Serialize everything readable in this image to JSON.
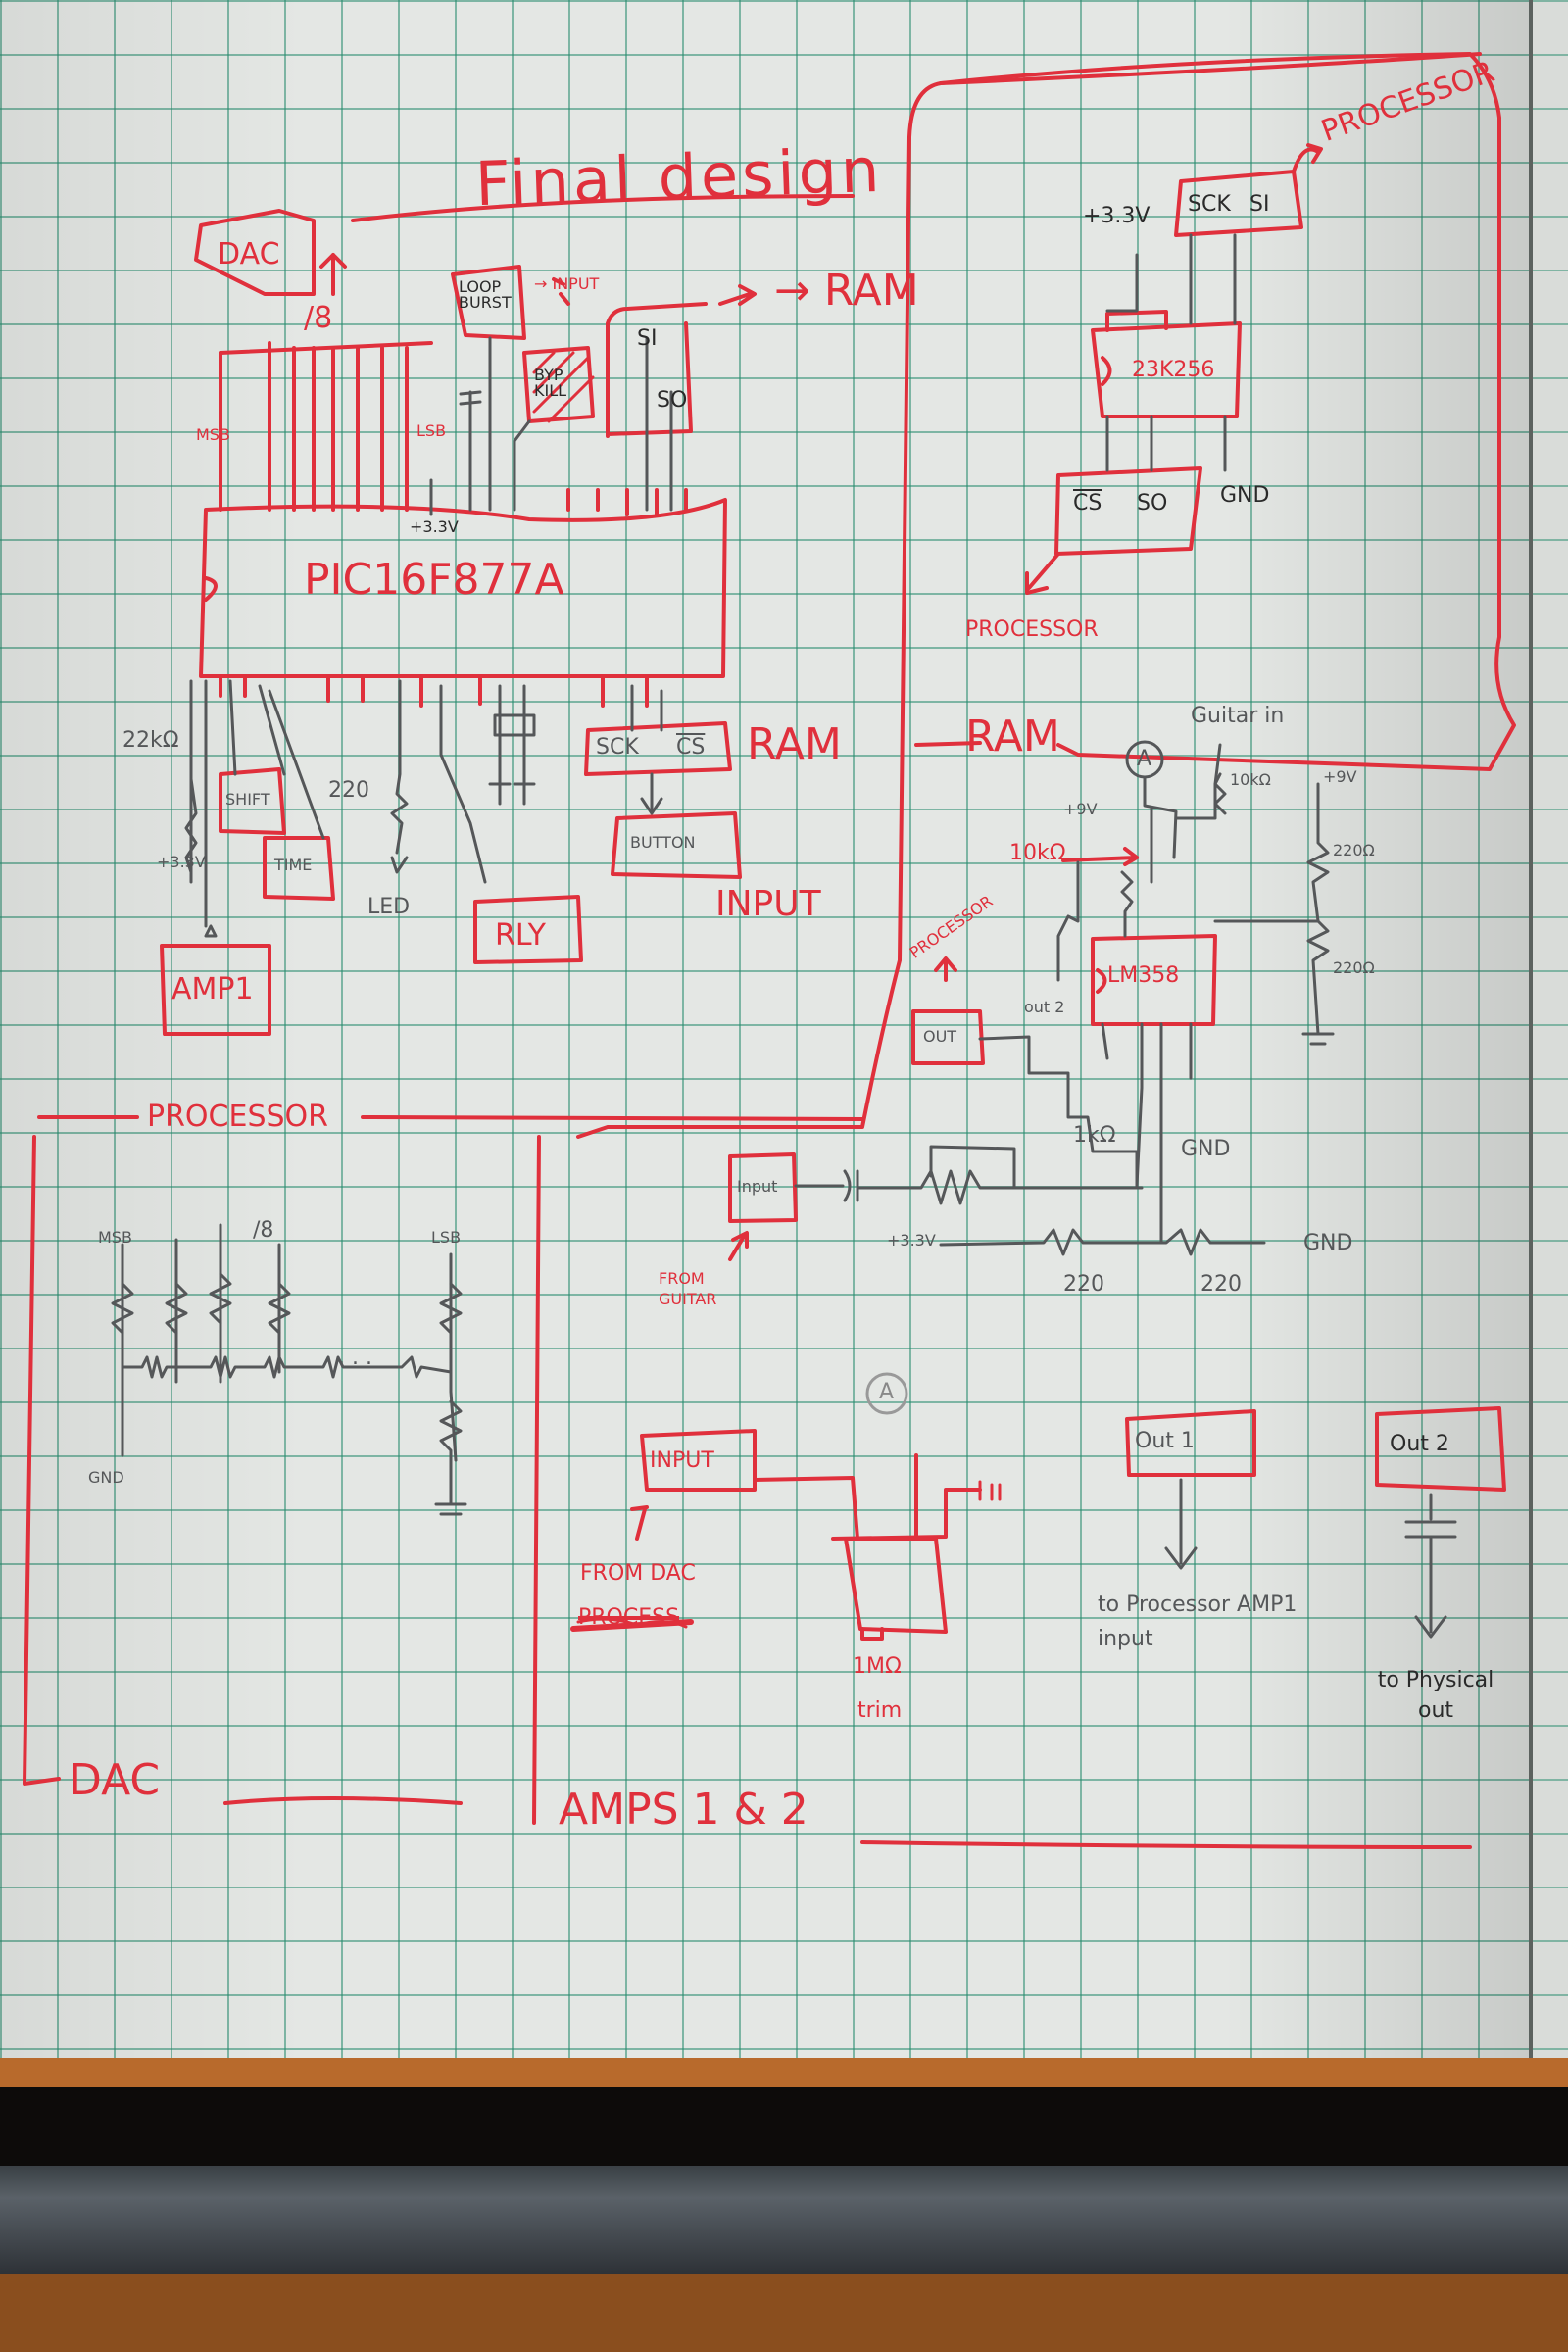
{
  "title": "Final design",
  "colors": {
    "red_ink": "#e0303c",
    "pencil": "#555759",
    "paper": "#e4e7e4",
    "grid": "#288c6e"
  },
  "processor_section": {
    "section_label": "PROCESSOR",
    "chip_label": "PIC16F877A",
    "dac_tag": "DAC",
    "bus_width": "/8",
    "msb_label": "MSB",
    "lsb_label": "LSB",
    "vdd_label": "+3.3V",
    "loop_burst": "LOOP BURST",
    "input_arrow": "→ INPUT",
    "byp_kill": "BYP KILL",
    "ram_pins_top": [
      "SI",
      "SO"
    ],
    "ram_arrow": "→ RAM",
    "ram_pins_bottom": [
      "SCK",
      "CS"
    ],
    "ram_label_bottom": "RAM",
    "button_label": "BUTTON",
    "input_label": "INPUT",
    "resistor_22k": "22kΩ",
    "vcc_33": "+3.3V",
    "shift_label": "SHIFT",
    "time_label": "TIME",
    "resistor_220": "220",
    "led_label": "LED",
    "amp1_label": "AMP1",
    "rly_label": "RLY"
  },
  "ram_section": {
    "section_label": "RAM",
    "chip_label": "23K256",
    "vdd_label": "+3.3V",
    "top_pins": [
      "SCK",
      "SI"
    ],
    "to_processor_top": "PROCESSOR",
    "bottom_pins": [
      "CS",
      "SO"
    ],
    "gnd_label": "GND",
    "to_processor_bottom": "PROCESSOR"
  },
  "preamp_section": {
    "guitar_in": "Guitar in",
    "node_a": "A",
    "r_10k": "10kΩ",
    "v_9": "+9V",
    "pot_10k": "10kΩ",
    "to_processor": "PROCESSOR",
    "chip_label": "LM358",
    "out_label": "OUT",
    "out2_label": "out 2",
    "r_220_top": "220Ω",
    "r_220_bottom": "220Ω",
    "v_9_right": "+9V",
    "gnd_label": "GND",
    "input_label": "Input",
    "from_guitar": "FROM GUITAR",
    "feedback_r": "1kΩ",
    "bias_v": "+3.3V",
    "bias_r1": "220",
    "bias_r2": "220",
    "bias_gnd": "GND"
  },
  "dac_section": {
    "section_label": "DAC",
    "msb_label": "MSB",
    "bus_width": "/8",
    "lsb_label": "LSB",
    "gnd_label": "GND",
    "ellipsis": ". . ."
  },
  "amps_section": {
    "section_label": "AMPS 1 & 2",
    "input_label": "INPUT",
    "from_dac": "FROM DAC",
    "struck_text": "PROCESS",
    "node_a": "A",
    "trim_value": "1MΩ",
    "trim_label": "trim",
    "out1_label": "Out 1",
    "out1_dest": "to Processor AMP1 input",
    "out2_label": "Out 2",
    "out2_dest": "to Physical out"
  }
}
